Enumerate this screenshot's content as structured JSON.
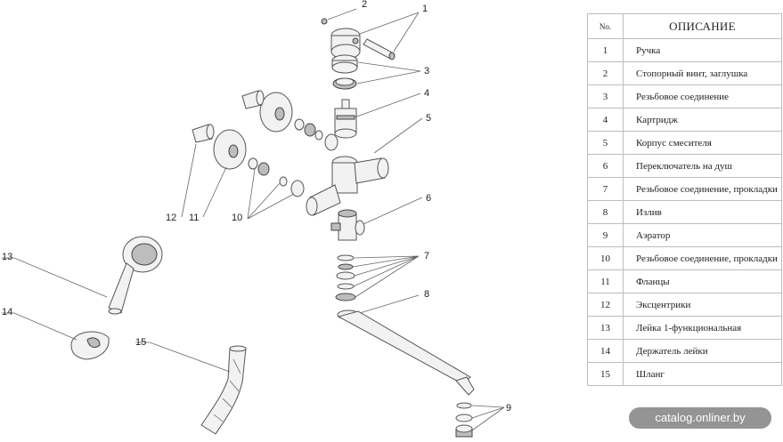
{
  "table": {
    "header_no": "No.",
    "header_desc": "ОПИСАНИЕ",
    "rows": [
      {
        "no": "1",
        "desc": "Ручка"
      },
      {
        "no": "2",
        "desc": "Стопорный винт, заглушка"
      },
      {
        "no": "3",
        "desc": "Резьбовое соединение"
      },
      {
        "no": "4",
        "desc": "Картридж"
      },
      {
        "no": "5",
        "desc": "Корпус смесителя"
      },
      {
        "no": "6",
        "desc": "Переключатель на душ"
      },
      {
        "no": "7",
        "desc": "Резьбовое соединение, прокладки"
      },
      {
        "no": "8",
        "desc": "Излив"
      },
      {
        "no": "9",
        "desc": "Аэратор"
      },
      {
        "no": "10",
        "desc": "Резьбовое соединение, прокладки"
      },
      {
        "no": "11",
        "desc": "Фланцы"
      },
      {
        "no": "12",
        "desc": "Эксцентрики"
      },
      {
        "no": "13",
        "desc": "Лейка 1-функциональная"
      },
      {
        "no": "14",
        "desc": "Держатель лейки"
      },
      {
        "no": "15",
        "desc": "Шланг"
      }
    ]
  },
  "callouts": {
    "c1": "1",
    "c2": "2",
    "c3": "3",
    "c4": "4",
    "c5": "5",
    "c6": "6",
    "c7": "7",
    "c8": "8",
    "c9": "9",
    "c10": "10",
    "c11": "11",
    "c12": "12",
    "c13": "13",
    "c14": "14",
    "c15": "15"
  },
  "watermark": "catalog.onliner.by"
}
